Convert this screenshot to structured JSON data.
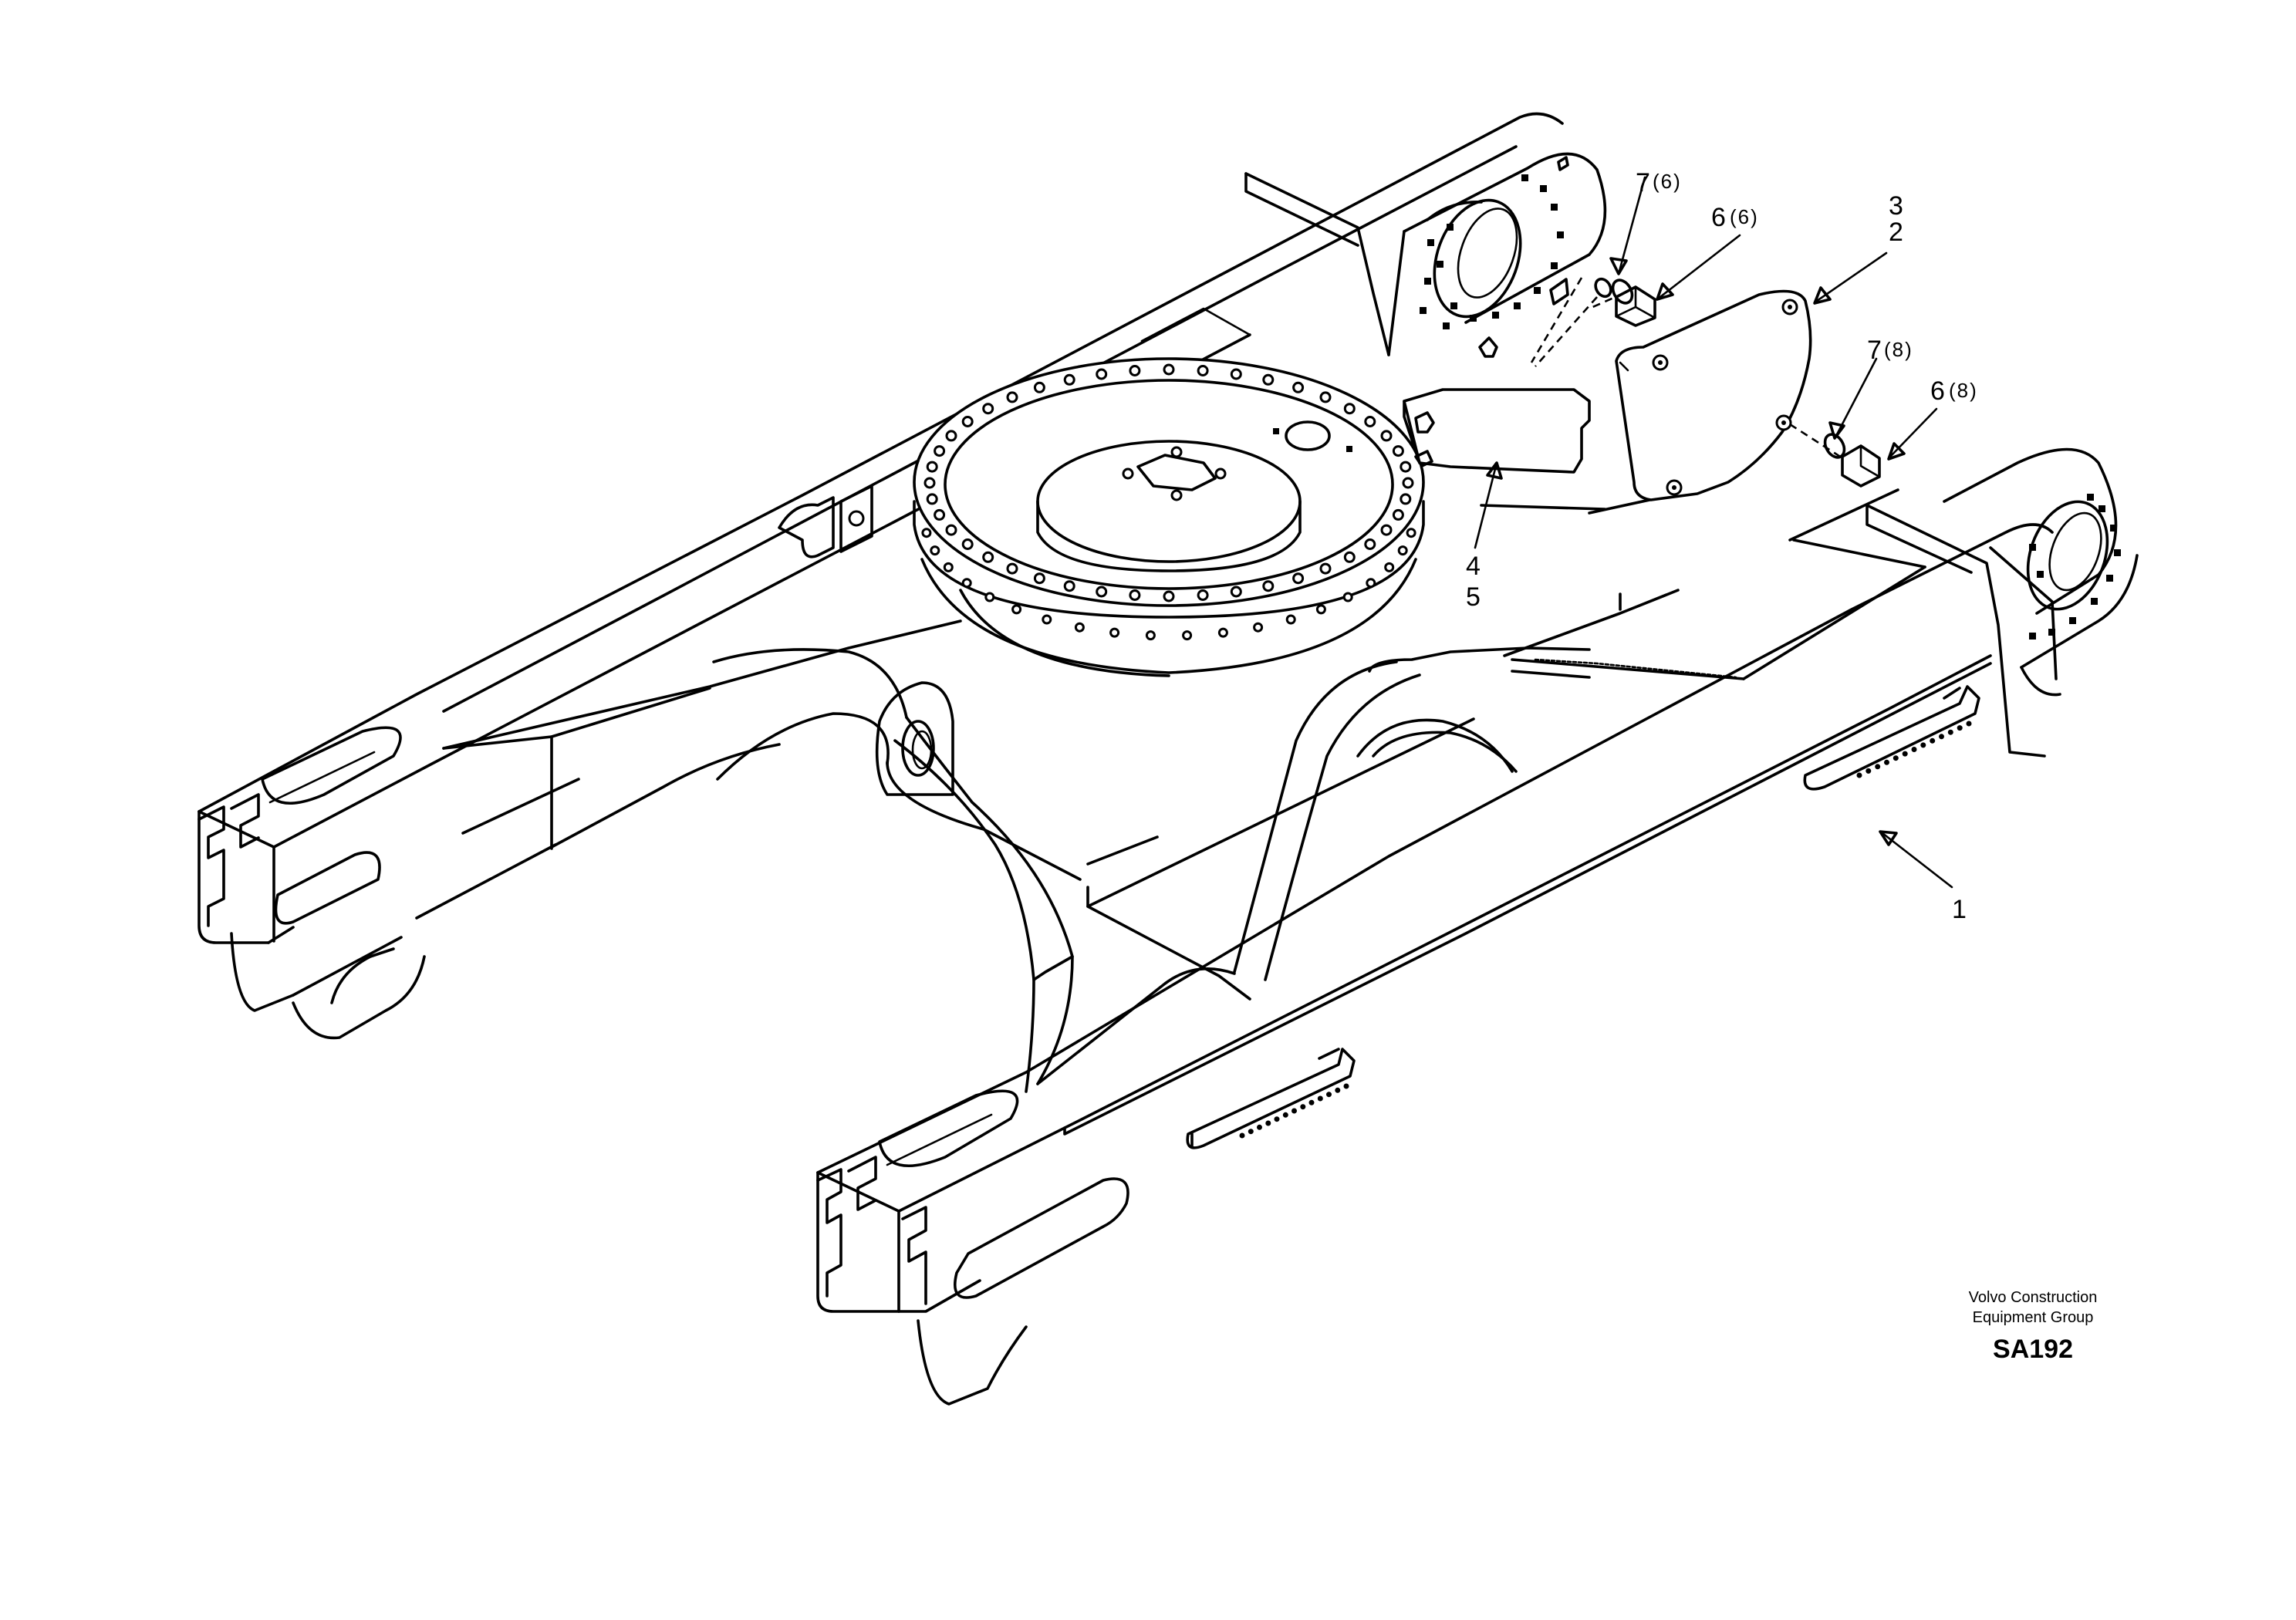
{
  "callouts": {
    "c7a": "7",
    "c7a_qty": "(6)",
    "c6a": "6",
    "c6a_qty": "(6)",
    "c3": "3",
    "c2": "2",
    "c7b": "7",
    "c7b_qty": "(8)",
    "c6b": "6",
    "c6b_qty": "(8)",
    "c4": "4",
    "c5": "5",
    "c1": "1"
  },
  "publisher": {
    "line1": "Volvo Construction",
    "line2": "Equipment Group",
    "code": "SA192"
  }
}
